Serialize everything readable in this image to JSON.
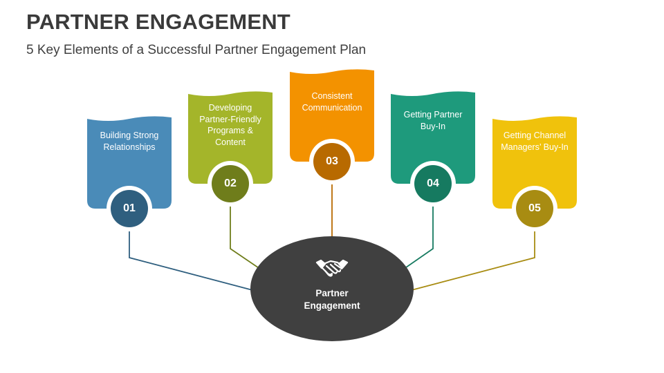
{
  "header": {
    "title": "PARTNER ENGAGEMENT",
    "subtitle": "5 Key Elements of a Successful Partner Engagement Plan"
  },
  "hub": {
    "label_line1": "Partner",
    "label_line2": "Engagement",
    "icon": "handshake-icon",
    "color": "#404040"
  },
  "elements": [
    {
      "number": "01",
      "text": "Building Strong Relationships",
      "color": "#4a8bb8",
      "circle_color": "#2f5f7f"
    },
    {
      "number": "02",
      "text": "Developing Partner-Friendly Programs & Content",
      "color": "#a4b52a",
      "circle_color": "#6f7d1b"
    },
    {
      "number": "03",
      "text": "Consistent Communication",
      "color": "#f39200",
      "circle_color": "#b86a00"
    },
    {
      "number": "04",
      "text": "Getting Partner Buy-In",
      "color": "#1e9a7c",
      "circle_color": "#167a60"
    },
    {
      "number": "05",
      "text": "Getting Channel Managers’ Buy-In",
      "color": "#f0c20c",
      "circle_color": "#a88c12"
    }
  ]
}
